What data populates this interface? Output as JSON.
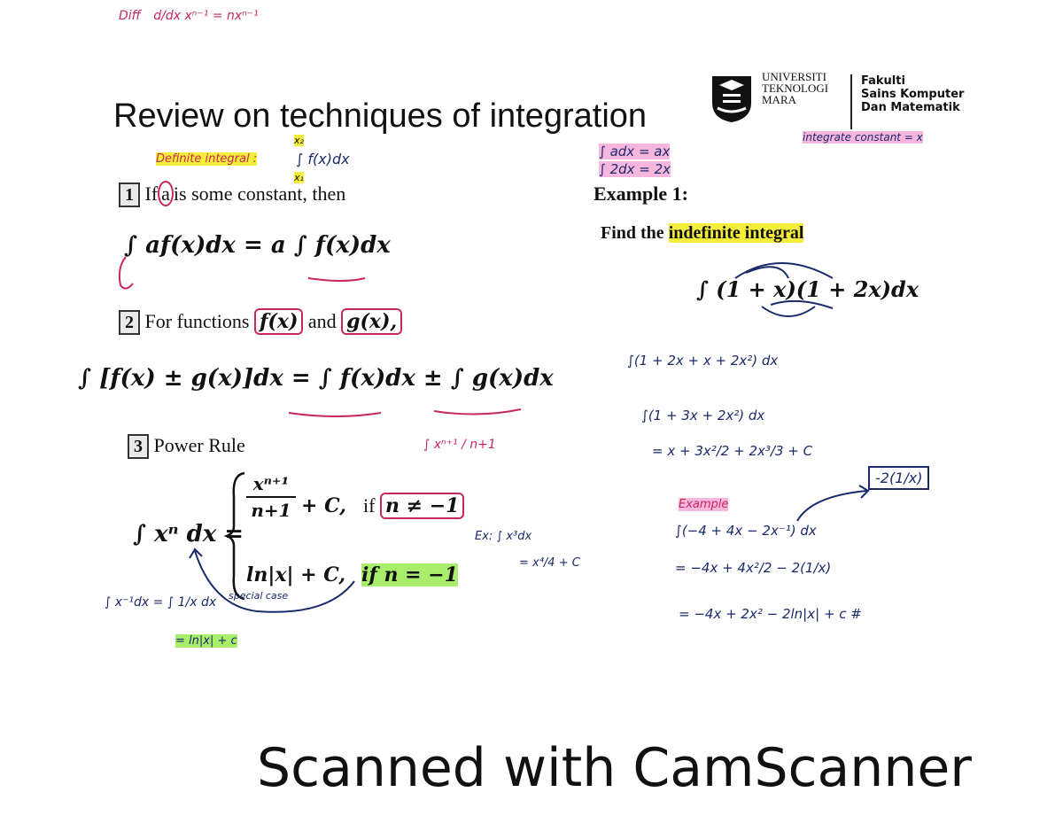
{
  "header_note": {
    "diff_label": "Diff",
    "derivative": "d/dx xⁿ⁻¹ = nxⁿ⁻¹"
  },
  "title": "Review on techniques of integration",
  "logo": {
    "uitm_lines": [
      "UNIVERSITI",
      "TEKNOLOGI",
      "MARA"
    ],
    "faculty_lines": [
      "Fakulti",
      "Sains Komputer",
      "Dan Matematik"
    ],
    "constant_note": "integrate constant = x"
  },
  "definite": {
    "label": "Definite integral :",
    "expr": "∫ f(x)dx",
    "upper": "x₂",
    "lower": "x₁"
  },
  "rule1": {
    "number": "1",
    "text_pre": "If",
    "const": "a",
    "text_post": "is some constant, then",
    "formula": "∫ af(x)dx = a ∫ f(x)dx"
  },
  "rule2": {
    "number": "2",
    "text_pre": "For functions",
    "f": "f(x)",
    "and": "and",
    "g": "g(x),",
    "formula": "∫ [f(x) ± g(x)]dx = ∫ f(x)dx ± ∫ g(x)dx"
  },
  "rule3": {
    "number": "3",
    "text": "Power Rule",
    "side_note": "∫ xⁿ⁺¹ / n+1",
    "lhs": "∫ xⁿ dx =",
    "case1_num": "xⁿ⁺¹",
    "case1_den": "n+1",
    "case1_tail": "+ C,",
    "case1_cond_if": "if",
    "case1_cond": "n ≠ −1",
    "case2": "ln|x| + C,",
    "case2_cond": "if n = −1",
    "special": "special case",
    "ex_label": "Ex:",
    "ex_line1": "∫ x³dx",
    "ex_line2": "= x⁴/4 + C",
    "note_left": "∫ x⁻¹dx = ∫ 1/x dx",
    "note_left2": "= ln|x| + c"
  },
  "right_notes": {
    "line1": "∫ adx = ax",
    "line2": "∫ 2dx = 2x"
  },
  "example1": {
    "heading": "Example 1:",
    "prompt_pre": "Find the",
    "prompt_hl": "indefinite integral",
    "integral": "∫ (1 + x)(1 + 2x)dx",
    "step1": "∫(1 + 2x + x + 2x²) dx",
    "step2": "∫(1 + 3x + 2x²) dx",
    "step3": "= x + 3x²/2 + 2x³/3 + C"
  },
  "example2": {
    "label": "Example",
    "boxed": "-2(1/x)",
    "step1": "∫(−4 + 4x − 2x⁻¹) dx",
    "step2": "= −4x + 4x²/2 − 2(1/x)",
    "step3": "= −4x + 2x² − 2ln|x| + c #"
  },
  "footer": "Scanned with CamScanner"
}
